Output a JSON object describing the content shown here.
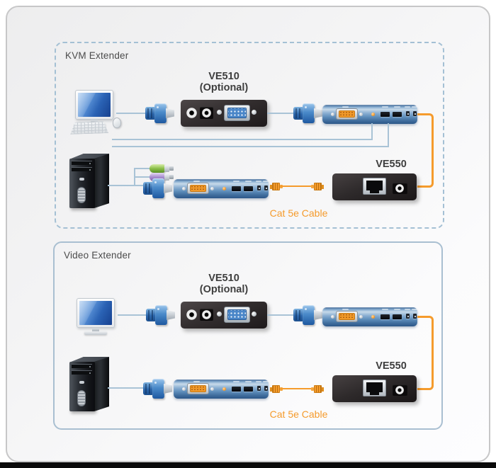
{
  "diagram": {
    "sections": [
      {
        "title": "KVM Extender",
        "border_style": "dashed",
        "labels": {
          "ve510": "VE510",
          "ve510_note": "(Optional)",
          "ve550": "VE550",
          "cable": "Cat 5e Cable"
        }
      },
      {
        "title": "Video Extender",
        "border_style": "solid",
        "labels": {
          "ve510": "VE510",
          "ve510_note": "(Optional)",
          "ve550": "VE550",
          "cable": "Cat 5e Cable"
        }
      }
    ],
    "colors": {
      "cable_orange": "#F59B2C",
      "connection_line_blue": "#A9C3D6",
      "panel_border_blue": "#A4C0D4",
      "section_title_text": "#4B4B4B",
      "device_label_text": "#3E3E3E"
    },
    "icons": {
      "desktop-monitor-icon": "css-shape",
      "keyboard-icon": "css-shape",
      "mouse-icon": "css-shape",
      "tower-pc-icon": "css-shape",
      "vga-connector-icon": "css-shape",
      "ps2-keyboard-connector-icon": "css-shape",
      "ps2-mouse-connector-icon": "css-shape",
      "rj45-plug-icon": "css-shape",
      "extender-unit-bar": "css-shape",
      "ve510-device": "css-shape",
      "ve550-device": "css-shape"
    }
  }
}
